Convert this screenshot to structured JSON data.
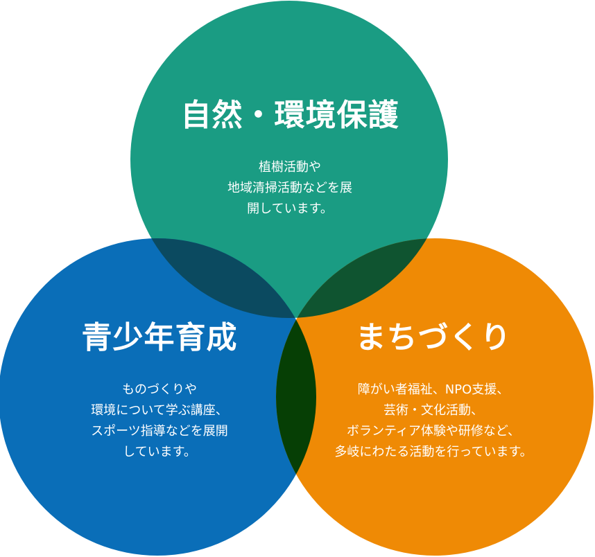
{
  "colors": {
    "environment_circle": "#1a9c83",
    "youth_circle": "#0a6eb8",
    "town_circle": "#ef8a05",
    "overlap_env_youth": "#0b4a60",
    "overlap_env_town": "#0f5430",
    "overlap_youth_town": "#063f05",
    "overlap_center": "#063f05",
    "text": "#ffffff"
  },
  "environment": {
    "title": "自然・環境保護",
    "lines": [
      "植樹活動や",
      "地域清掃活動などを展",
      "開しています。"
    ]
  },
  "youth": {
    "title": "青少年育成",
    "lines": [
      "ものづくりや",
      "環境について学ぶ講座、",
      "スポーツ指導などを展開",
      "しています。"
    ]
  },
  "town": {
    "title": "まちづくり",
    "lines": [
      "障がい者福祉、NPO支援、",
      "芸術・文化活動、",
      "ボランティア体験や研修など、",
      "多岐にわたる活動を行っています。"
    ]
  }
}
